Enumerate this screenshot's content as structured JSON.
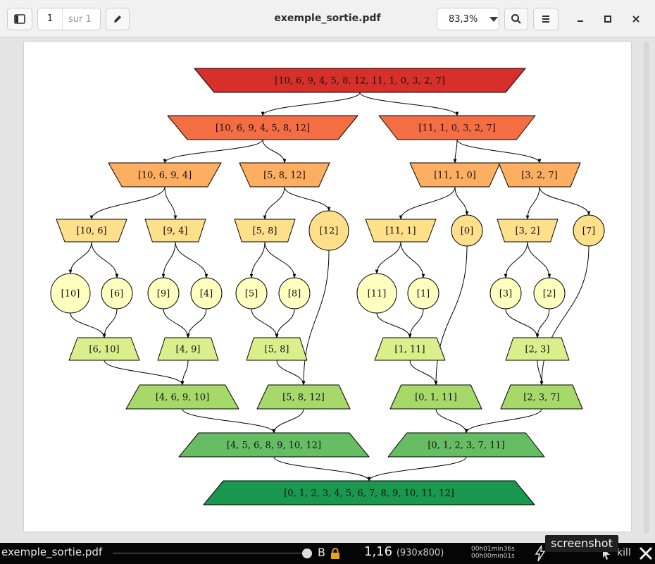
{
  "header": {
    "title": "exemple_sortie.pdf",
    "page_current": "1",
    "page_total": "sur 1",
    "zoom": "83,3%"
  },
  "icons": {
    "sidebar": "sidebar-toggle-icon",
    "annotate": "pencil-icon",
    "zoom_dropdown": "dropdown-arrow-icon",
    "search": "search-icon",
    "menu": "hamburger-menu-icon",
    "minimize": "minimize-icon",
    "maximize": "maximize-icon",
    "close": "close-icon"
  },
  "colors": {
    "level0": "#d7302a",
    "level1": "#f46d43",
    "level2": "#fdae61",
    "level3": "#fee08b",
    "level4": "#ffffbf",
    "merge1": "#d9ef8b",
    "merge2": "#a6d96a",
    "merge3": "#66bd63",
    "merge4": "#1a9850"
  },
  "diagram": {
    "nodes": [
      {
        "id": "n0",
        "label": "[10, 6, 9, 4, 5, 8, 12, 11, 1, 0, 3, 2, 7]",
        "shape": "invtrapezium",
        "fill": "level0"
      },
      {
        "id": "n1",
        "label": "[10, 6, 9, 4, 5, 8, 12]",
        "shape": "invtrapezium",
        "fill": "level1"
      },
      {
        "id": "n2",
        "label": "[11, 1, 0, 3, 2, 7]",
        "shape": "invtrapezium",
        "fill": "level1"
      },
      {
        "id": "n3",
        "label": "[10, 6, 9, 4]",
        "shape": "invtrapezium",
        "fill": "level2"
      },
      {
        "id": "n4",
        "label": "[5, 8, 12]",
        "shape": "invtrapezium",
        "fill": "level2"
      },
      {
        "id": "n5",
        "label": "[11, 1, 0]",
        "shape": "invtrapezium",
        "fill": "level2"
      },
      {
        "id": "n6",
        "label": "[3, 2, 7]",
        "shape": "invtrapezium",
        "fill": "level2"
      },
      {
        "id": "n7",
        "label": "[10, 6]",
        "shape": "invtrapezium",
        "fill": "level3"
      },
      {
        "id": "n8",
        "label": "[9, 4]",
        "shape": "invtrapezium",
        "fill": "level3"
      },
      {
        "id": "n9",
        "label": "[5, 8]",
        "shape": "invtrapezium",
        "fill": "level3"
      },
      {
        "id": "n10",
        "label": "[12]",
        "shape": "circle",
        "fill": "level3"
      },
      {
        "id": "n11",
        "label": "[11, 1]",
        "shape": "invtrapezium",
        "fill": "level3"
      },
      {
        "id": "n12",
        "label": "[0]",
        "shape": "circle",
        "fill": "level3"
      },
      {
        "id": "n13",
        "label": "[3, 2]",
        "shape": "invtrapezium",
        "fill": "level3"
      },
      {
        "id": "n14",
        "label": "[7]",
        "shape": "circle",
        "fill": "level3"
      },
      {
        "id": "n15",
        "label": "[10]",
        "shape": "circle",
        "fill": "level4"
      },
      {
        "id": "n16",
        "label": "[6]",
        "shape": "circle",
        "fill": "level4"
      },
      {
        "id": "n17",
        "label": "[9]",
        "shape": "circle",
        "fill": "level4"
      },
      {
        "id": "n18",
        "label": "[4]",
        "shape": "circle",
        "fill": "level4"
      },
      {
        "id": "n19",
        "label": "[5]",
        "shape": "circle",
        "fill": "level4"
      },
      {
        "id": "n20",
        "label": "[8]",
        "shape": "circle",
        "fill": "level4"
      },
      {
        "id": "n21",
        "label": "[11]",
        "shape": "circle",
        "fill": "level4"
      },
      {
        "id": "n22",
        "label": "[1]",
        "shape": "circle",
        "fill": "level4"
      },
      {
        "id": "n23",
        "label": "[3]",
        "shape": "circle",
        "fill": "level4"
      },
      {
        "id": "n24",
        "label": "[2]",
        "shape": "circle",
        "fill": "level4"
      },
      {
        "id": "n25",
        "label": "[6, 10]",
        "shape": "trapezium",
        "fill": "merge1"
      },
      {
        "id": "n26",
        "label": "[4, 9]",
        "shape": "trapezium",
        "fill": "merge1"
      },
      {
        "id": "n27",
        "label": "[5, 8]",
        "shape": "trapezium",
        "fill": "merge1"
      },
      {
        "id": "n28",
        "label": "[1, 11]",
        "shape": "trapezium",
        "fill": "merge1"
      },
      {
        "id": "n29",
        "label": "[2, 3]",
        "shape": "trapezium",
        "fill": "merge1"
      },
      {
        "id": "n30",
        "label": "[4, 6, 9, 10]",
        "shape": "trapezium",
        "fill": "merge2"
      },
      {
        "id": "n31",
        "label": "[5, 8, 12]",
        "shape": "trapezium",
        "fill": "merge2"
      },
      {
        "id": "n32",
        "label": "[0, 1, 11]",
        "shape": "trapezium",
        "fill": "merge2"
      },
      {
        "id": "n33",
        "label": "[2, 3, 7]",
        "shape": "trapezium",
        "fill": "merge2"
      },
      {
        "id": "n34",
        "label": "[4, 5, 6, 8, 9, 10, 12]",
        "shape": "trapezium",
        "fill": "merge3"
      },
      {
        "id": "n35",
        "label": "[0, 1, 2, 3, 7, 11]",
        "shape": "trapezium",
        "fill": "merge3"
      },
      {
        "id": "n36",
        "label": "[0, 1, 2, 3, 4, 5, 6, 7, 8, 9, 10, 11, 12]",
        "shape": "trapezium",
        "fill": "merge4"
      }
    ],
    "edges": [
      [
        "n0",
        "n1"
      ],
      [
        "n0",
        "n2"
      ],
      [
        "n1",
        "n3"
      ],
      [
        "n1",
        "n4"
      ],
      [
        "n2",
        "n5"
      ],
      [
        "n2",
        "n6"
      ],
      [
        "n3",
        "n7"
      ],
      [
        "n3",
        "n8"
      ],
      [
        "n4",
        "n9"
      ],
      [
        "n4",
        "n10"
      ],
      [
        "n5",
        "n11"
      ],
      [
        "n5",
        "n12"
      ],
      [
        "n6",
        "n13"
      ],
      [
        "n6",
        "n14"
      ],
      [
        "n7",
        "n15"
      ],
      [
        "n7",
        "n16"
      ],
      [
        "n8",
        "n17"
      ],
      [
        "n8",
        "n18"
      ],
      [
        "n9",
        "n19"
      ],
      [
        "n9",
        "n20"
      ],
      [
        "n11",
        "n21"
      ],
      [
        "n11",
        "n22"
      ],
      [
        "n13",
        "n23"
      ],
      [
        "n13",
        "n24"
      ],
      [
        "n15",
        "n25"
      ],
      [
        "n16",
        "n25"
      ],
      [
        "n17",
        "n26"
      ],
      [
        "n18",
        "n26"
      ],
      [
        "n19",
        "n27"
      ],
      [
        "n20",
        "n27"
      ],
      [
        "n21",
        "n28"
      ],
      [
        "n22",
        "n28"
      ],
      [
        "n23",
        "n29"
      ],
      [
        "n24",
        "n29"
      ],
      [
        "n25",
        "n30"
      ],
      [
        "n26",
        "n30"
      ],
      [
        "n27",
        "n31"
      ],
      [
        "n10",
        "n31"
      ],
      [
        "n28",
        "n32"
      ],
      [
        "n12",
        "n32"
      ],
      [
        "n29",
        "n33"
      ],
      [
        "n14",
        "n33"
      ],
      [
        "n30",
        "n34"
      ],
      [
        "n31",
        "n34"
      ],
      [
        "n32",
        "n35"
      ],
      [
        "n33",
        "n35"
      ],
      [
        "n34",
        "n36"
      ],
      [
        "n35",
        "n36"
      ]
    ]
  },
  "taskbar": {
    "filename": "exemple_sortie.pdf",
    "b_label": "B",
    "scale": "1,16",
    "resolution": "(930x800)",
    "timer_line1": "00h01min36s",
    "timer_line2": "00h00min01s",
    "screenshot_label": "screenshot",
    "kill_label": "kill"
  }
}
